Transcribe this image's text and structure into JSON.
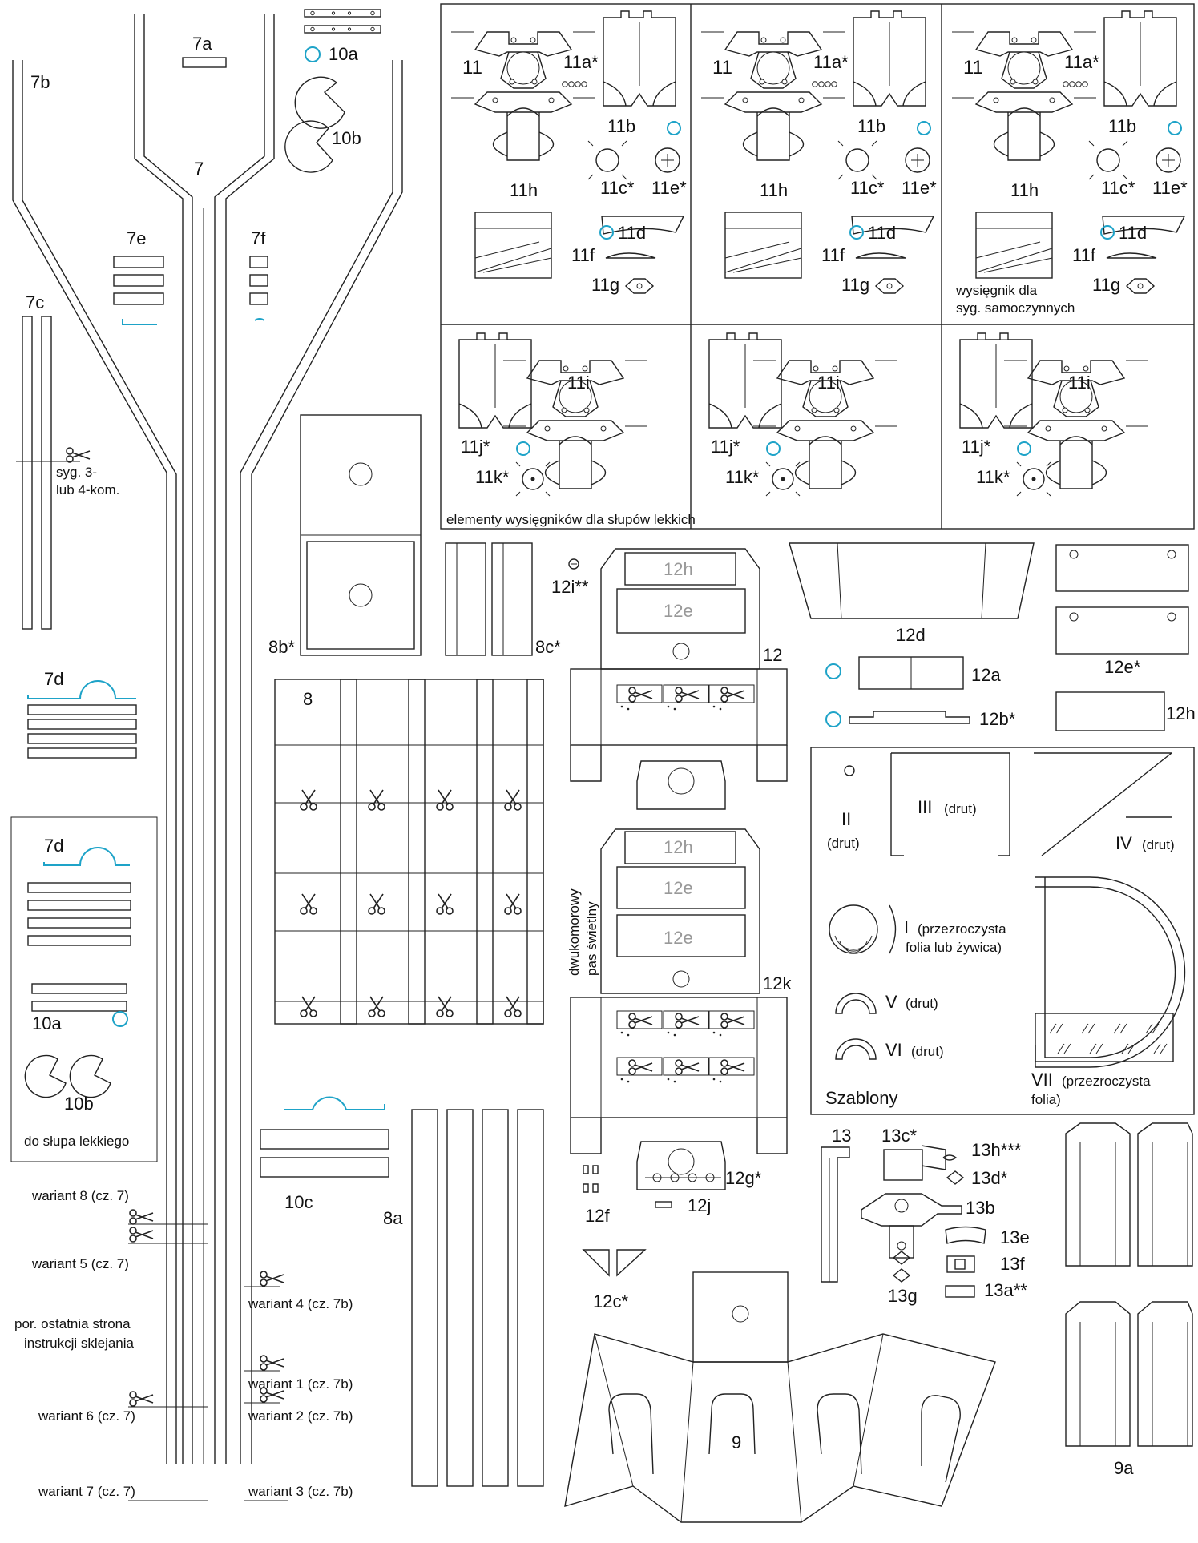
{
  "labels": {
    "p7": "7",
    "p7a": "7a",
    "p7b": "7b",
    "p7c": "7c",
    "p7d": "7d",
    "p7d2": "7d",
    "p7e": "7e",
    "p7f": "7f",
    "p8": "8",
    "p8a": "8a",
    "p8b": "8b*",
    "p8c": "8c*",
    "p9": "9",
    "p9a": "9a",
    "p10a": "10a",
    "p10a2": "10a",
    "p10b": "10b",
    "p10b2": "10b",
    "p10c": "10c",
    "p11": "11",
    "p11a": "11a*",
    "p11b": "11b",
    "p11c": "11c*",
    "p11d": "11d",
    "p11e": "11e*",
    "p11f": "11f",
    "p11g": "11g",
    "p11h": "11h",
    "p11i": "11i",
    "p11j": "11j*",
    "p11k": "11k*",
    "p12": "12",
    "p12a": "12a",
    "p12b": "12b*",
    "p12c": "12c*",
    "p12d": "12d",
    "p12e": "12e",
    "p12e_star": "12e*",
    "p12f": "12f",
    "p12g": "12g*",
    "p12h": "12h",
    "p12i": "12i**",
    "p12j": "12j",
    "p12k": "12k",
    "p13": "13",
    "p13a": "13a**",
    "p13b": "13b",
    "p13c": "13c*",
    "p13d": "13d*",
    "p13e": "13e",
    "p13f": "13f",
    "p13g": "13g",
    "p13h": "13h***"
  },
  "notes": {
    "syg_line1": "syg. 3-",
    "syg_line2": "lub 4-kom.",
    "do_slupa": "do słupa lekkiego",
    "wysiegnik_line1": "wysięgnik dla",
    "wysiegnik_line2": "syg. samoczynnych",
    "elementy": "elementy wysięgników dla słupów lekkich",
    "dwukomorowy_line1": "dwukomorowy",
    "dwukomorowy_line2": "pas świetlny",
    "por_line1": "por. ostatnia strona",
    "por_line2": "instrukcji sklejania"
  },
  "variants": {
    "w8": "wariant 8 (cz. 7)",
    "w5": "wariant 5 (cz. 7)",
    "w6": "wariant 6 (cz. 7)",
    "w7": "wariant 7 (cz. 7)",
    "w4": "wariant 4 (cz. 7b)",
    "w1": "wariant 1 (cz. 7b)",
    "w2": "wariant 2 (cz. 7b)",
    "w3": "wariant 3 (cz. 7b)"
  },
  "templates": {
    "title": "Szablony",
    "t2": "II",
    "t2_note": "(drut)",
    "t3": "III",
    "t3_note": "(drut)",
    "t4": "IV",
    "t4_note": "(drut)",
    "t1": "I",
    "t1_note1": "(przezroczysta",
    "t1_note2": "folia lub żywica)",
    "t5": "V",
    "t5_note": "(drut)",
    "t6": "VI",
    "t6_note": "(drut)",
    "t7": "VII",
    "t7_note1": "(przezroczysta",
    "t7_note2": "folia)"
  },
  "colors": {
    "ink": "#222222",
    "accent": "#1ea3c8",
    "label_gray": "#999999"
  },
  "icons": [
    "scissors-icon",
    "glue-circle-icon"
  ]
}
